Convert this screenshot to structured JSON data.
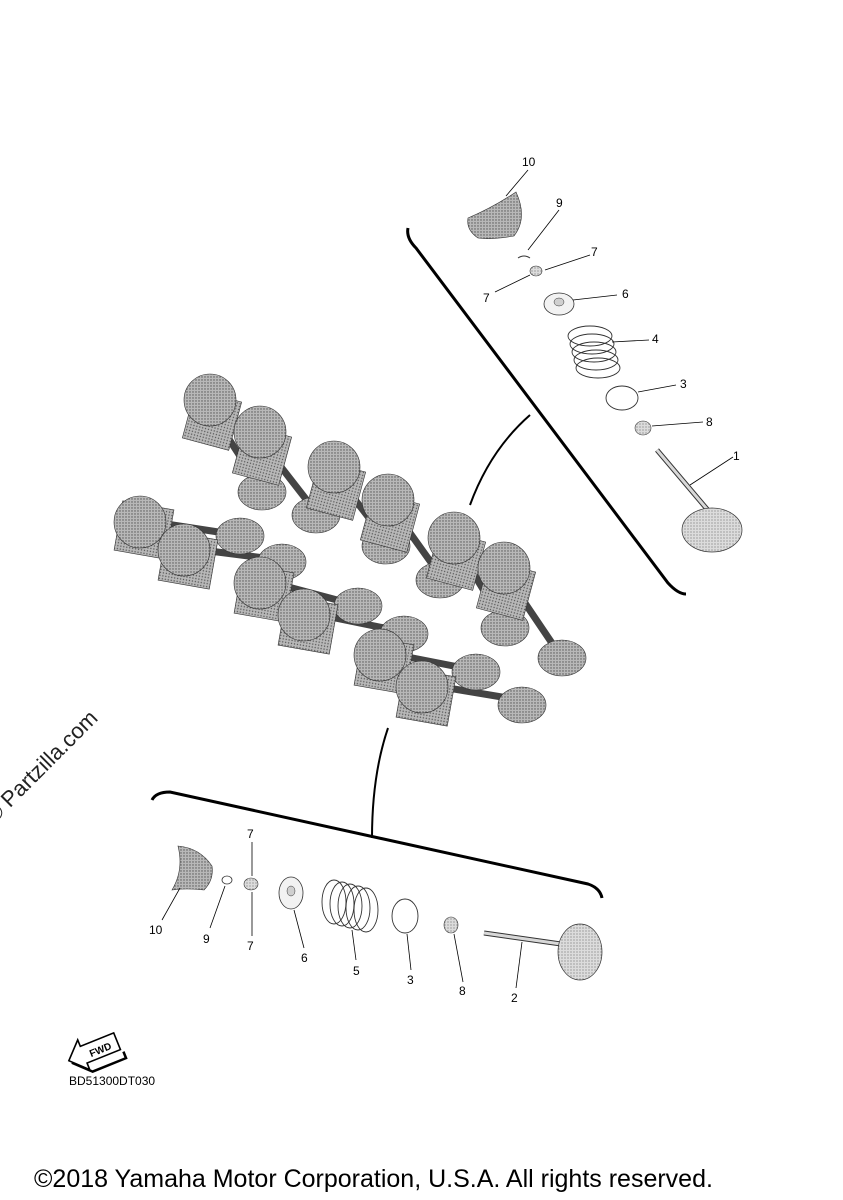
{
  "watermark": "© Partzilla.com",
  "diagram_code": "BD51300DT030",
  "copyright": "©2018 Yamaha Motor Corporation, U.S.A. All rights reserved.",
  "fwd_label": "FWD",
  "callouts": {
    "upper": {
      "c10": "10",
      "c9": "9",
      "c7a": "7",
      "c7b": "7",
      "c6": "6",
      "c4": "4",
      "c3": "3",
      "c8": "8",
      "c1": "1"
    },
    "lower": {
      "c7a": "7",
      "c10": "10",
      "c9": "9",
      "c7b": "7",
      "c6": "6",
      "c5": "5",
      "c3": "3",
      "c8": "8",
      "c2": "2"
    }
  }
}
